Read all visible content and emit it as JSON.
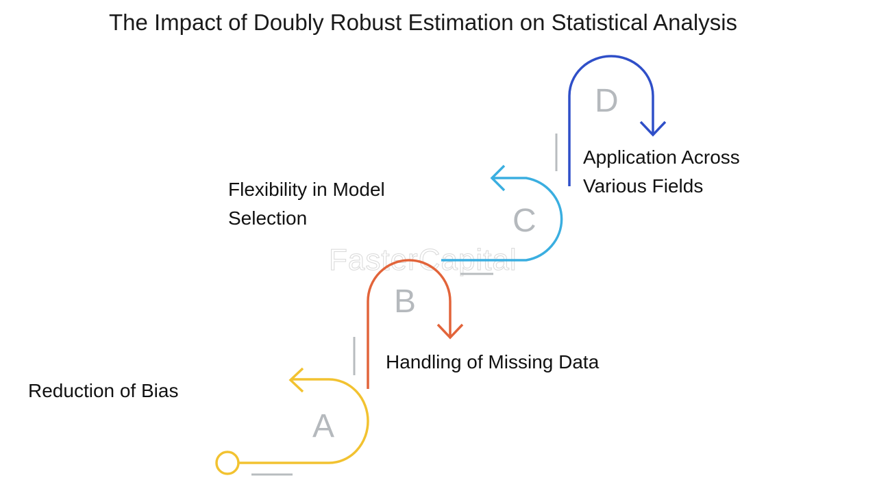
{
  "title": "The Impact of Doubly Robust Estimation on Statistical Analysis",
  "watermark": "FasterCapital",
  "steps": [
    {
      "letter": "A",
      "label": "Reduction of Bias",
      "color": "#f2c230"
    },
    {
      "letter": "B",
      "label": "Handling of Missing Data",
      "color": "#e2643a"
    },
    {
      "letter": "C",
      "label_line1": "Flexibility in Model",
      "label_line2": "Selection",
      "color": "#3aaee0"
    },
    {
      "letter": "D",
      "label_line1": "Application Across",
      "label_line2": "Various Fields",
      "color": "#2f4fc8"
    }
  ]
}
